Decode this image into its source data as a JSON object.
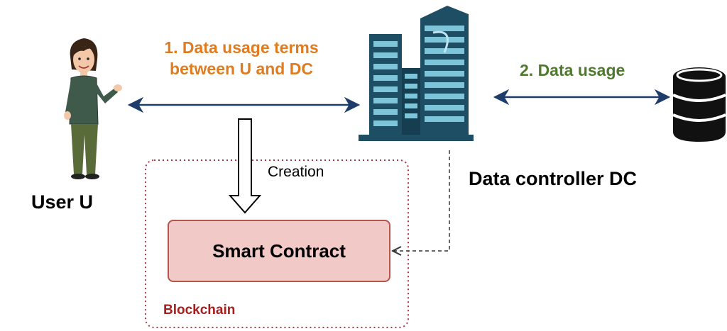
{
  "labels": {
    "terms_line1": "1. Data usage terms",
    "terms_line2": "between U and DC",
    "data_usage": "2. Data usage",
    "user": "User U",
    "data_controller": "Data controller DC",
    "creation": "Creation",
    "smart_contract": "Smart Contract",
    "blockchain": "Blockchain"
  },
  "icons": {
    "user": "woman-user-icon",
    "data_controller": "office-building-icon",
    "storage": "database-icon"
  },
  "colors": {
    "terms_text": "#e07b1f",
    "usage_text": "#4f7a2c",
    "arrow": "#1f3d6b",
    "blockchain_text": "#a81c1c",
    "blockchain_border": "#a8384a",
    "contract_fill": "#f1c9c7",
    "contract_border": "#b85450",
    "building": "#1d4e63",
    "database": "#111111"
  }
}
